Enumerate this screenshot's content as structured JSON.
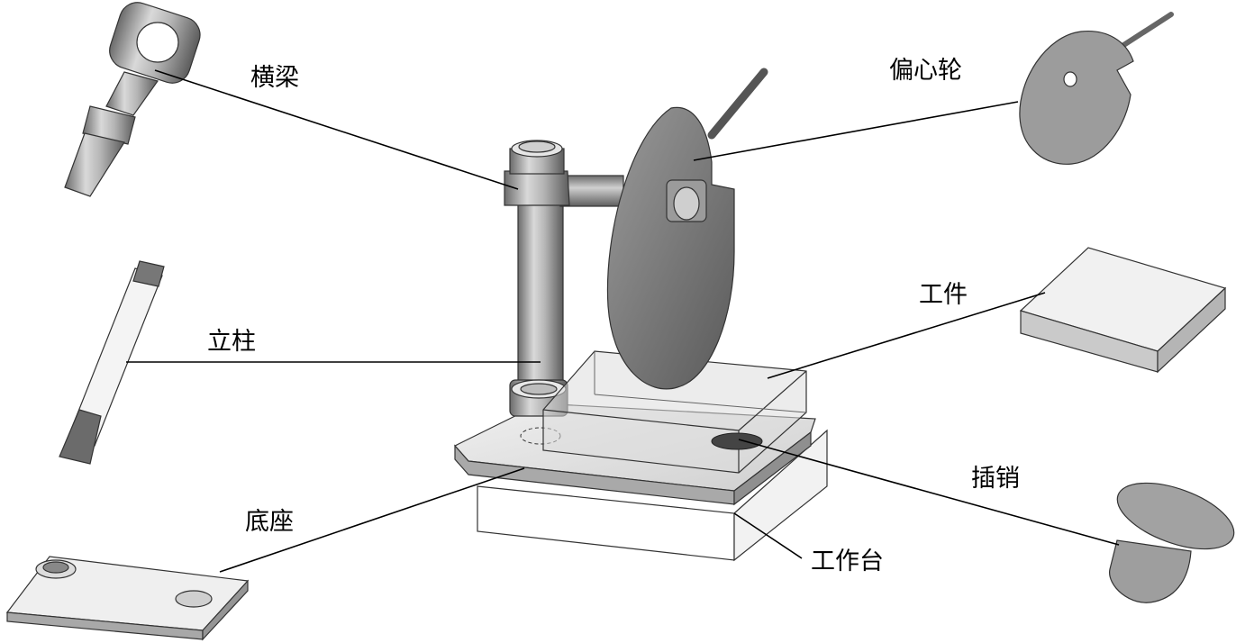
{
  "labels": {
    "crossbeam": "横梁",
    "eccentric_wheel": "偏心轮",
    "column": "立柱",
    "workpiece": "工件",
    "pin": "插销",
    "base": "底座",
    "worktable": "工作台"
  }
}
